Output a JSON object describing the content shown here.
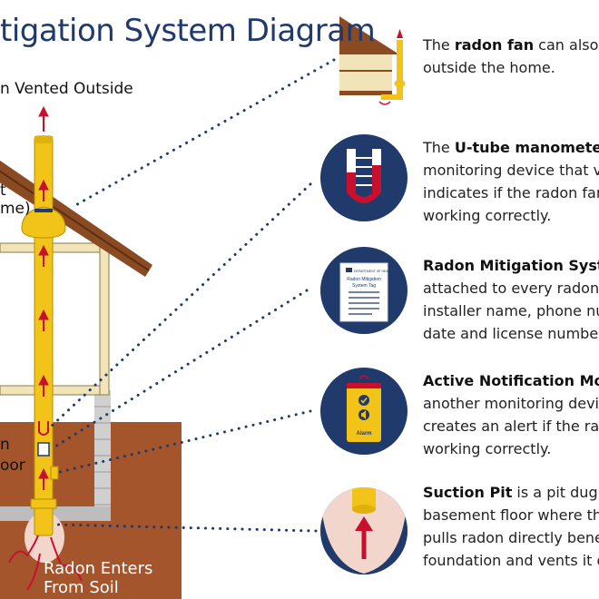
{
  "title": "tigation System Diagram",
  "labels": {
    "vented": "n Vented Outside",
    "fan_a": "t",
    "fan_b": "me)",
    "left_mid": "n",
    "left_floor": "oor",
    "soil_line1": "Radon Enters",
    "soil_line2": "From Soil"
  },
  "tag_icon": {
    "logo": "DEPARTMENT OF HEALTH",
    "line1": "Radon Mitigation",
    "line2": "System Tag"
  },
  "alarm_icon": {
    "label": "Alarm"
  },
  "descriptions": [
    {
      "name": "radon-fan",
      "bold": "radon fan",
      "pre": "The ",
      "rest": " can also b",
      "lines": [
        "outside the home."
      ]
    },
    {
      "name": "u-tube-manometer",
      "bold": "U-tube manometer",
      "pre": "The ",
      "rest": " ",
      "lines": [
        "monitoring device that vi",
        "indicates if the radon fan",
        "working correctly."
      ]
    },
    {
      "name": "system-tag",
      "bold": "Radon Mitigation Systen",
      "pre": "",
      "rest": "",
      "lines": [
        "attached to every radon s",
        "installer name, phone nu",
        "date and license number."
      ]
    },
    {
      "name": "active-notification",
      "bold": "Active Notification Mon",
      "pre": "",
      "rest": "",
      "lines": [
        "another monitoring devic",
        "creates an alert if the rad",
        "working correctly."
      ]
    },
    {
      "name": "suction-pit",
      "bold": "Suction Pit",
      "pre": "",
      "rest": " is a pit dug b",
      "lines": [
        "basement floor where th",
        "pulls radon directly benea",
        "foundation and vents it o"
      ]
    }
  ],
  "colors": {
    "navy": "#1f3a6b",
    "pipe": "#f2c318",
    "red": "#c8102e",
    "roof": "#8a4a22",
    "soil": "#a5552c",
    "wall_frame": "#f0e4b8",
    "circle_pink": "#f2d6cc"
  }
}
